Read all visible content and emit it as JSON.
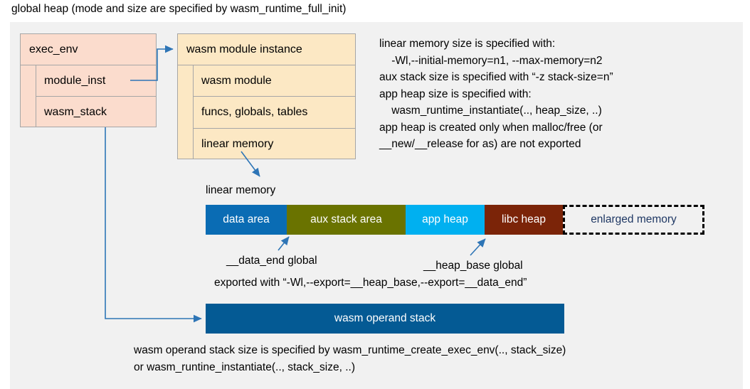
{
  "title": "global heap (mode and size are specified by wasm_runtime_full_init)",
  "colors": {
    "panel_bg": "#f1f1f1",
    "pink": "#fbdccd",
    "cream": "#fce8c4",
    "border": "#a6a6a6",
    "arrow": "#2e75b6",
    "data_area": "#0a6cb4",
    "aux_stack_area": "#6a7300",
    "app_heap": "#00b0f0",
    "libc_heap": "#7b2408",
    "enlarged_memory_text": "#1f3864",
    "operand_stack": "#045a94"
  },
  "exec_env_box": {
    "header": "exec_env",
    "rows": [
      {
        "label": "module_inst"
      },
      {
        "label": "wasm_stack"
      }
    ]
  },
  "module_instance_box": {
    "header": "wasm module instance",
    "rows": [
      {
        "label": "wasm module"
      },
      {
        "label": "funcs, globals, tables"
      },
      {
        "label": "linear memory"
      }
    ]
  },
  "notes": {
    "right_note": "linear memory size is specified with:\n    -Wl,--initial-memory=n1, --max-memory=n2\naux stack size is specified with “-z stack-size=n”\napp heap size is specified with:\n    wasm_runtime_instantiate(.., heap_size, ..)\napp heap is created only when malloc/free (or\n__new/__release for as) are not exported",
    "bottom_note": "wasm operand stack size is specified by wasm_runtime_create_exec_env(.., stack_size)\nor wasm_runtine_instantiate(.., stack_size, ..)"
  },
  "memory": {
    "caption": "linear memory",
    "segments": [
      {
        "label": "data area",
        "color": "#0a6cb4",
        "width": 114,
        "style": "solid"
      },
      {
        "label": "aux stack area",
        "color": "#6a7300",
        "width": 167,
        "style": "solid"
      },
      {
        "label": "app heap",
        "color": "#00b0f0",
        "width": 111,
        "style": "solid"
      },
      {
        "label": "libc heap",
        "color": "#7b2408",
        "width": 110,
        "style": "solid"
      },
      {
        "label": "enlarged memory",
        "color": "#f1f1f1",
        "width": 199,
        "style": "dashed"
      }
    ]
  },
  "annotations": {
    "data_end": "__data_end global",
    "heap_base": "__heap_base global",
    "export_line": "exported with “-Wl,--export=__heap_base,--export=__data_end”"
  },
  "operand_stack": {
    "label": "wasm operand stack"
  }
}
